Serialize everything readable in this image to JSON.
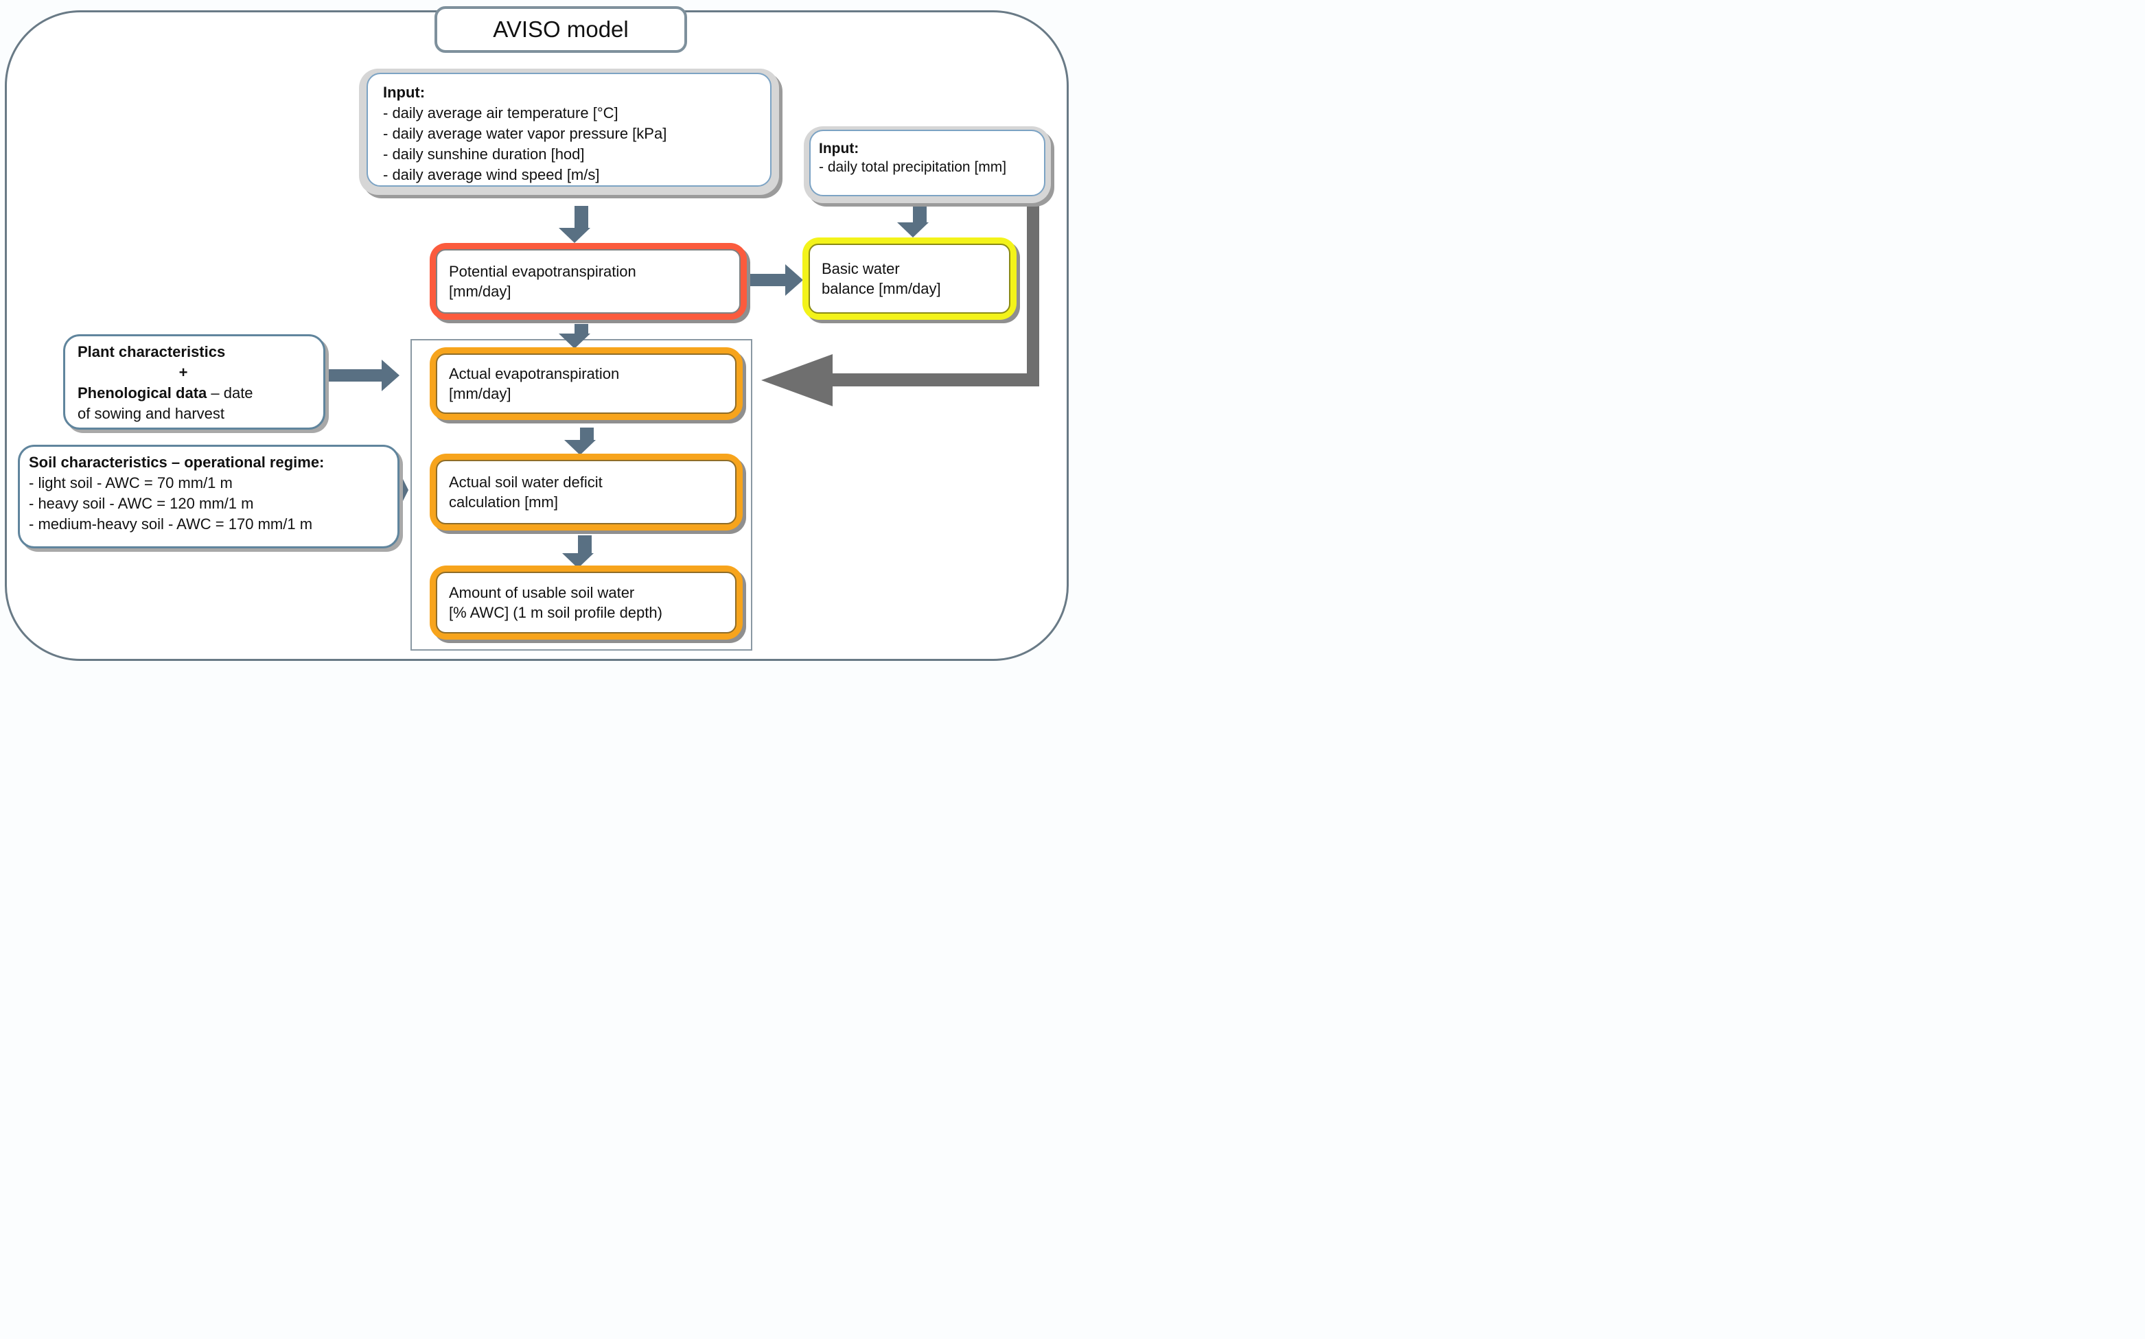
{
  "title": "AVISO model",
  "colors": {
    "frame_border": "#697a86",
    "input_box_fill": "#d6d6d6",
    "input_inner_border": "#7ca3c4",
    "potential_et_border": "#fb5b3d",
    "basic_water_balance_border": "#f3f31a",
    "process_box_border": "#f7a41c",
    "characteristics_border": "#60859d",
    "arrow": "#597083",
    "connector": "#6f6f6f"
  },
  "boxes": {
    "meteo_input": {
      "heading": "Input:",
      "items": [
        "- daily average air temperature [°C]",
        "- daily average water vapor pressure [kPa]",
        "- daily sunshine duration [hod]",
        "- daily average wind speed [m/s]"
      ]
    },
    "precip_input": {
      "heading": "Input:",
      "items": [
        "- daily total precipitation [mm]"
      ]
    },
    "potential_et": {
      "lines": [
        "Potential evapotranspiration",
        "[mm/day]"
      ]
    },
    "basic_water_balance": {
      "lines": [
        "Basic water",
        "balance [mm/day]"
      ]
    },
    "plant": {
      "line1": "Plant characteristics",
      "plus": "+",
      "line3_bold": "Phenological data",
      "line3_rest": " – date",
      "line4": "of sowing and harvest"
    },
    "soil": {
      "heading": "Soil characteristics – operational regime:",
      "items": [
        "- light soil - AWC = 70 mm/1 m",
        "- heavy soil - AWC = 120 mm/1 m",
        "- medium-heavy soil - AWC = 170 mm/1 m"
      ]
    },
    "actual_et": {
      "lines": [
        "Actual evapotranspiration",
        "[mm/day]"
      ]
    },
    "soil_water_deficit": {
      "lines": [
        "Actual soil water deficit",
        "calculation [mm]"
      ]
    },
    "usable_soil_water": {
      "lines": [
        "Amount of usable soil water",
        "[% AWC] (1 m soil profile depth)"
      ]
    }
  }
}
